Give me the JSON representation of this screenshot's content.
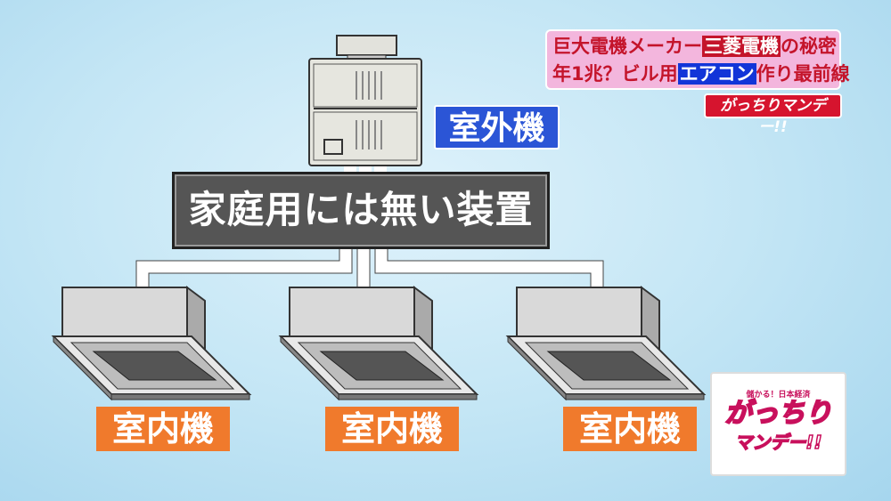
{
  "caption": {
    "line1_pre": "巨大電機メーカー",
    "line1_hl": "三菱電機",
    "line1_post": "の秘密",
    "line2_pre": "年1兆？ビル用",
    "line2_hl": "エアコン",
    "line2_post": "作り最前線"
  },
  "show_badge": "がっちりマンデー!!",
  "diagram": {
    "outdoor_label": "室外機",
    "center_label": "家庭用には無い装置",
    "indoor_labels": [
      "室内機",
      "室内機",
      "室内機"
    ]
  },
  "logo": {
    "subtitle": "儲かる！日本経済",
    "title_top": "がっちり",
    "title_bottom": "マンデー!!"
  },
  "colors": {
    "outdoor_label": "#2b55d6",
    "indoor_label": "#f07a2c",
    "center_box": "#555555",
    "caption_bg": "#f3b6dd",
    "accent_red": "#c4142b"
  }
}
